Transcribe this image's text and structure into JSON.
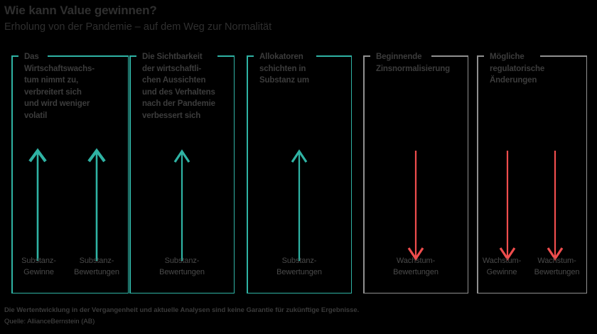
{
  "header": {
    "title": "Wie kann Value gewinnen?",
    "subtitle": "Erholung von der Pandemie – auf dem Weg zur Normalität"
  },
  "colors": {
    "teal": "#2fb3a4",
    "red": "#ef4d4d",
    "gray_frame": "#909090",
    "text": "#3a3a3a",
    "background": "#000000"
  },
  "panels": [
    {
      "id": "panel-wirtschaftswachstum",
      "frame_color": "teal",
      "heading_first_word": "Das",
      "heading_rest": "Wirtschaftswachs-\ntum nimmt zu,\nverbreitert sich\nund wird weniger\n volatil",
      "arrow_direction": "up",
      "arrow_color": "teal",
      "arrow_count": 2,
      "labels": [
        "Substanz-\nGewinne",
        "Substanz-\nBewertungen"
      ]
    },
    {
      "id": "panel-sichtbarkeit",
      "frame_color": "teal",
      "heading_first_word": "Die Sichtbarkeit",
      "heading_rest": "der wirtschaftli-\nchen Aussichten\nund des Verhaltens\nnach der Pandemie\nverbessert sich",
      "arrow_direction": "up",
      "arrow_color": "teal",
      "arrow_count": 1,
      "labels": [
        "Substanz-\nBewertungen"
      ]
    },
    {
      "id": "panel-allokatoren",
      "frame_color": "teal",
      "heading_first_word": "Allokatoren",
      "heading_rest": "schichten in\nSubstanz um",
      "arrow_direction": "up",
      "arrow_color": "teal",
      "arrow_count": 1,
      "labels": [
        "Substanz-\nBewertungen"
      ]
    },
    {
      "id": "panel-zinsnormalisierung",
      "frame_color": "gray",
      "heading_first_word": "Beginnende",
      "heading_rest": "Zinsnormalisierung",
      "arrow_direction": "down",
      "arrow_color": "red",
      "arrow_count": 1,
      "labels": [
        "Wachstum-\nBewertungen"
      ]
    },
    {
      "id": "panel-regulatorisch",
      "frame_color": "gray",
      "heading_first_word": "Mögliche",
      "heading_rest": "regulatorische\nÄnderungen",
      "arrow_direction": "down",
      "arrow_color": "red",
      "arrow_count": 2,
      "labels": [
        "Wachstum-\nGewinne",
        "Wachstum-\nBewertungen"
      ]
    }
  ],
  "footer": {
    "disclaimer": "Die Wertentwicklung in der Vergangenheit und aktuelle Analysen sind keine Garantie für zukünftige Ergebnisse.",
    "source": "Quelle: AllianceBernstein (AB)"
  }
}
